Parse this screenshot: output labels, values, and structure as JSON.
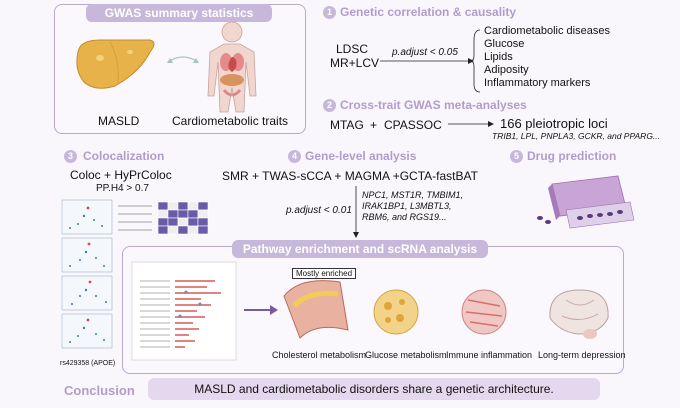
{
  "gwas_panel": {
    "title": "GWAS summary statistics",
    "left_label": "MASLD",
    "right_label": "Cardiometabolic traits"
  },
  "section1": {
    "num": "1",
    "title": "Genetic correlation & causality",
    "methods": [
      "LDSC",
      "MR+LCV"
    ],
    "threshold": "p.adjust < 0.05",
    "outcomes": [
      "Cardiometabolic diseases",
      "Glucose",
      "Lipids",
      "Adiposity",
      "Inflammatory markers"
    ]
  },
  "section2": {
    "num": "2",
    "title": "Cross-trait GWAS meta-analyses",
    "method1": "MTAG",
    "plus": "+",
    "method2": "CPASSOC",
    "result": "166 pleiotropic loci",
    "genes": "TRIB1, LPL, PNPLA3, GCKR, and PPARG..."
  },
  "section3": {
    "num": "3",
    "title": "Colocalization",
    "methods": "Coloc + HyPrColoc",
    "threshold": "PP.H4 > 0.7",
    "snp_label": "rs429358 (APOE)"
  },
  "section4": {
    "num": "4",
    "title": "Gene-level analysis",
    "methods": "SMR + TWAS-sCCA + MAGMA +GCTA-fastBAT",
    "threshold": "p.adjust < 0.01",
    "genes": [
      "NPC1, MST1R, TMBIM1,",
      "IRAK1BP1, L3MBTL3,",
      "RBM6, and RGS19..."
    ]
  },
  "section5": {
    "num": "5",
    "title": "Drug prediction"
  },
  "pathway": {
    "title": "Pathway enrichment and scRNA analysis",
    "tag": "Mostly enriched",
    "labels": [
      "Cholesterol metabolism",
      "Glucose metabolism",
      "Immune inflammation",
      "Long-term depression"
    ]
  },
  "conclusion": {
    "label": "Conclusion",
    "text": "MASLD and cardiometabolic disorders share a genetic architecture."
  },
  "colors": {
    "accent": "#b29ccb",
    "border": "#b9a8cf",
    "pill": "#c7b7da",
    "heat": "#6a5aa8"
  }
}
